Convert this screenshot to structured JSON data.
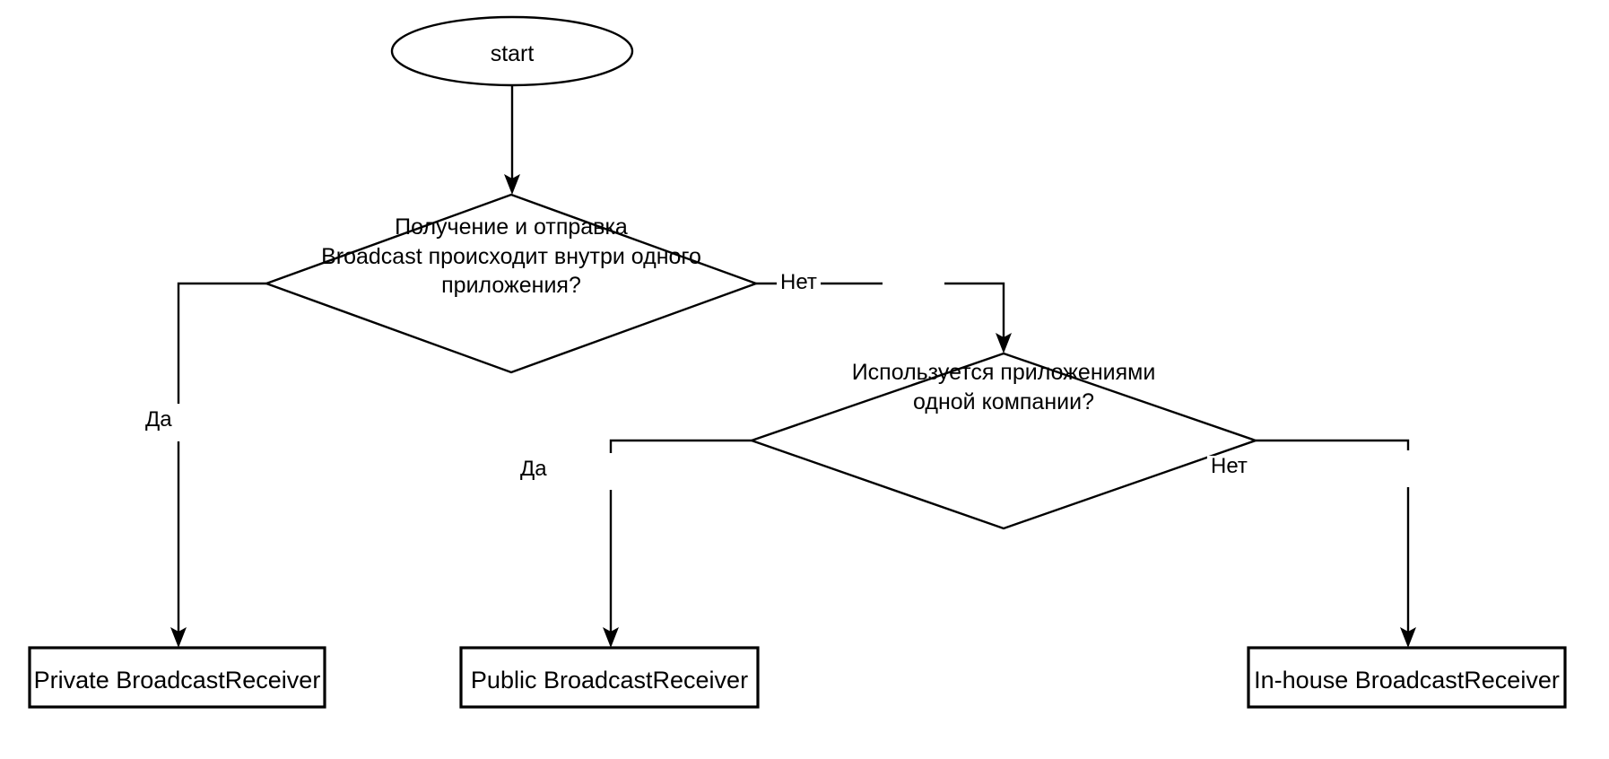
{
  "diagram": {
    "title": "BroadcastReceiver selection flowchart",
    "background_color": "#ffffff",
    "stroke_color": "#000000",
    "text_color": "#000000",
    "nodes": [
      {
        "id": "start",
        "shape": "ellipse",
        "label": "start"
      },
      {
        "id": "decision-1",
        "shape": "diamond",
        "label_line_1": "Получение и отправка",
        "label_line_2": "Broadcast происходит внутри одного",
        "label_line_3": "приложения?"
      },
      {
        "id": "decision-2",
        "shape": "diamond",
        "label_line_1": "Используется приложениями",
        "label_line_2": "одной компании?"
      },
      {
        "id": "result-private",
        "shape": "rect",
        "label": "Private BroadcastReceiver"
      },
      {
        "id": "result-public",
        "shape": "rect",
        "label": "Public BroadcastReceiver"
      },
      {
        "id": "result-inhouse",
        "shape": "rect",
        "label": "In-house BroadcastReceiver"
      }
    ],
    "edges": [
      {
        "id": "start-to-decision-1",
        "label": ""
      },
      {
        "id": "decision-1-yes",
        "label": "Да"
      },
      {
        "id": "decision-1-no",
        "label": "Нет"
      },
      {
        "id": "decision-2-yes",
        "label": "Да"
      },
      {
        "id": "decision-2-no",
        "label": "Нет"
      }
    ]
  }
}
